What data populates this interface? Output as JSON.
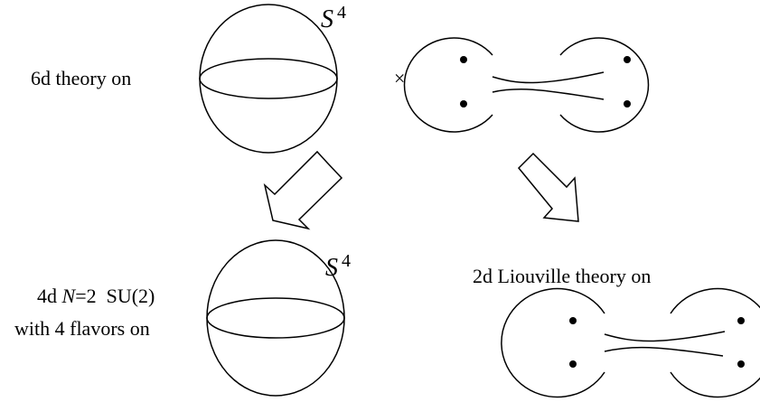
{
  "top": {
    "label": "6d theory on",
    "sphere_symbol": "S",
    "sphere_exponent": "4",
    "product_sign": "×"
  },
  "bottom_left": {
    "line1_prefix": "4d ",
    "line1_italic": "N",
    "line1_suffix": "=2  SU(2)",
    "line2": "with 4 flavors on",
    "sphere_symbol": "S",
    "sphere_exponent": "4"
  },
  "bottom_right": {
    "label": "2d Liouville theory on"
  },
  "colors": {
    "stroke": "#000000",
    "background": "#ffffff"
  },
  "icons": {
    "arrow_left": "down-left-hollow-arrow-icon",
    "arrow_right": "down-right-hollow-arrow-icon",
    "sphere": "sphere-icon",
    "surface": "four-punctured-sphere-icon"
  }
}
